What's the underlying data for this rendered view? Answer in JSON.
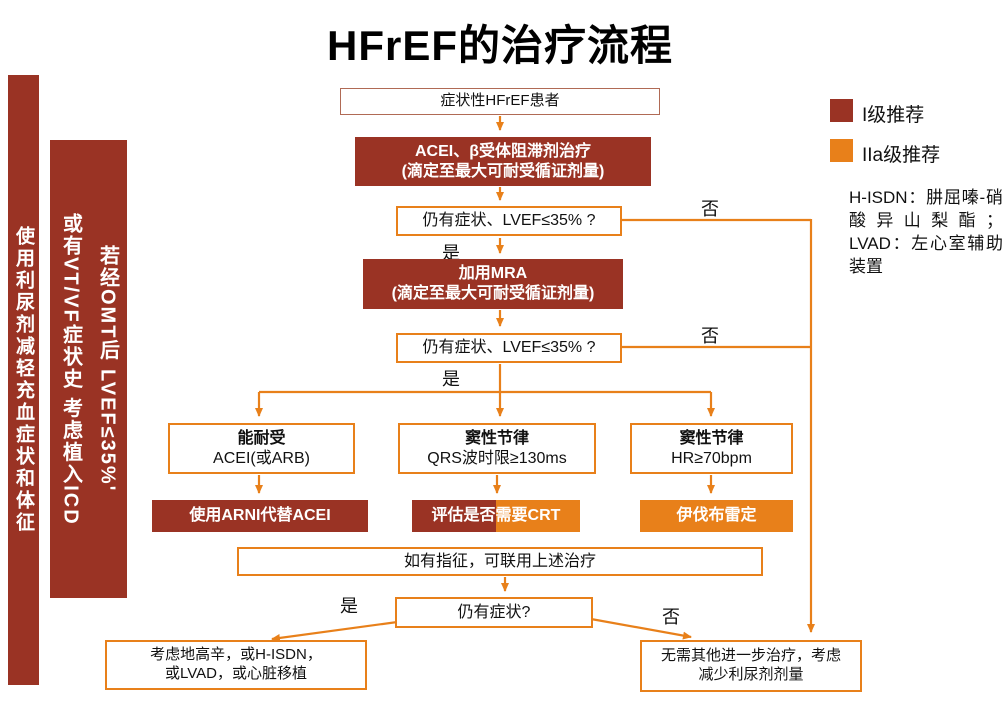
{
  "title": "HFrEF的治疗流程",
  "colors": {
    "class1_red": "#9A3324",
    "class2a_orange": "#E8801A"
  },
  "left_bars": {
    "diuretic_bar": "使用利尿剂减轻充血症状和体征",
    "icd_bar_col1": "若经OMT后 LVEF≤35%'",
    "icd_bar_col2": "或有VT/VF症状史 考虑植入ICD"
  },
  "legend": {
    "class1_label": "I级推荐",
    "class2a_label": "IIa级推荐",
    "note": "H-ISDN：肼屈嗪-硝酸异山梨酯；LVAD：左心室辅助装置"
  },
  "flow": {
    "start": "症状性HFrEF患者",
    "acei_line1": "ACEI、β受体阻滞剂治疗",
    "acei_line2": "(滴定至最大可耐受循证剂量)",
    "q1": "仍有症状、LVEF≤35% ?",
    "mra_line1": "加用MRA",
    "mra_line2": "(滴定至最大可耐受循证剂量)",
    "q2": "仍有症状、LVEF≤35% ?",
    "yes": "是",
    "no": "否",
    "branch1_cond_line1": "能耐受",
    "branch1_cond_line2": "ACEI(或ARB)",
    "branch1_action": "使用ARNI代替ACEI",
    "branch2_cond_line1": "窦性节律",
    "branch2_cond_line2": "QRS波时限≥130ms",
    "branch2_action": "评估是否需要CRT",
    "branch3_cond_line1": "窦性节律",
    "branch3_cond_line2": "HR≥70bpm",
    "branch3_action": "伊伐布雷定",
    "combine": "如有指征，可联用上述治疗",
    "q3": "仍有症状?",
    "final_yes_line1": "考虑地高辛，或H-ISDN，",
    "final_yes_line2": "或LVAD，或心脏移植",
    "final_no_line1": "无需其他进一步治疗，考虑",
    "final_no_line2": "减少利尿剂剂量"
  }
}
